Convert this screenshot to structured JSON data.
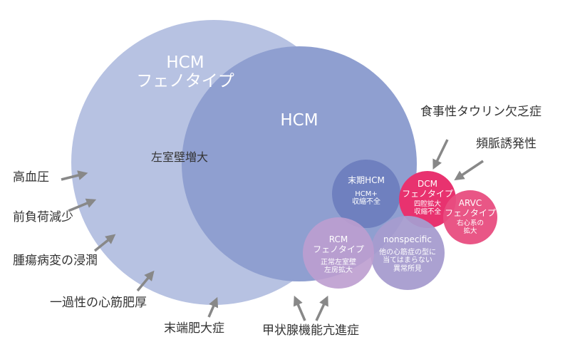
{
  "outer": {
    "title_line1": "HCM",
    "title_line2": "フェノタイプ",
    "inner_label": "左室壁増大"
  },
  "hcm": {
    "title": "HCM"
  },
  "endstage": {
    "title": "末期HCM",
    "desc_line1": "HCM+",
    "desc_line2": "収縮不全"
  },
  "dcm": {
    "title": "DCM",
    "subtitle": "フェノタイプ",
    "desc_line1": "四腔拡大",
    "desc_line2": "収縮不全"
  },
  "arvc": {
    "title": "ARVC",
    "subtitle": "フェノタイプ",
    "desc_line1": "右心系の",
    "desc_line2": "拡大"
  },
  "rcm": {
    "title": "RCM",
    "subtitle": "フェノタイプ",
    "desc_line1": "正常左室壁",
    "desc_line2": "左房拡大"
  },
  "nonspecific": {
    "title": "nonspecific",
    "desc_line1": "他の心筋症の型に",
    "desc_line2": "当てはまらない",
    "desc_line3": "異常所見"
  },
  "causes": {
    "hypertension": "高血圧",
    "afterload": "前負荷減少",
    "infiltration": "腫瘍病変の浸潤",
    "transient": "一過性の心筋肥厚",
    "acromegaly": "末端肥大症",
    "hyperthyroid": "甲状腺機能亢進症",
    "taurine": "食事性タウリン欠乏症",
    "tachy": "頻脈誘発性"
  },
  "colors": {
    "outer": "#b7c2e2",
    "hcm": "#8f9fd0",
    "endstage": "#6f80bf",
    "dcm": "#e8326f",
    "arvc": "#e84d80",
    "rcm": "#bc9dcf",
    "nonspecific": "#a79ccf",
    "arrow": "#888888"
  }
}
